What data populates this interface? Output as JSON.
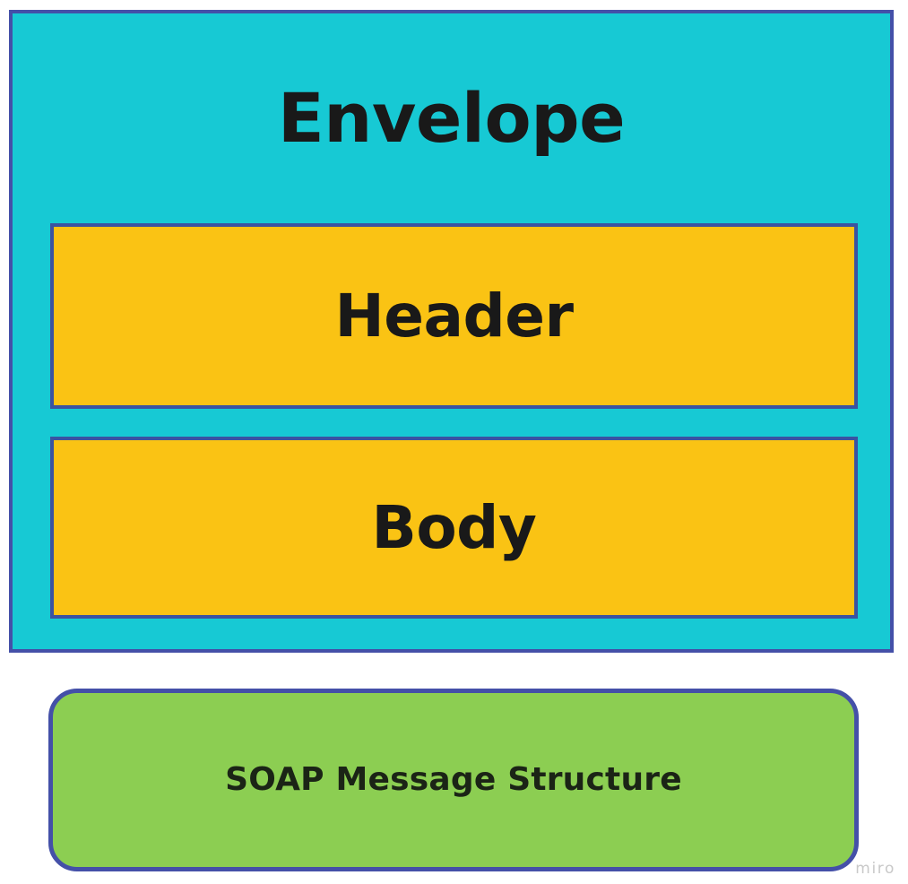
{
  "diagram": {
    "title_text": "SOAP Message Structure",
    "envelope": {
      "label": "Envelope",
      "fill_color": "#17c9d4",
      "border_color": "#4450a8",
      "children": [
        {
          "label": "Header",
          "fill_color": "#fac314",
          "border_color": "#3b53a0"
        },
        {
          "label": "Body",
          "fill_color": "#fac314",
          "border_color": "#3b53a0"
        }
      ]
    },
    "caption": {
      "label": "SOAP Message Structure",
      "fill_color": "#8cce52",
      "border_color": "#4450a8"
    },
    "watermark": {
      "label": "miro",
      "color": "#c9c9c9"
    },
    "text_color": "#191919",
    "background_color": "#ffffff"
  }
}
